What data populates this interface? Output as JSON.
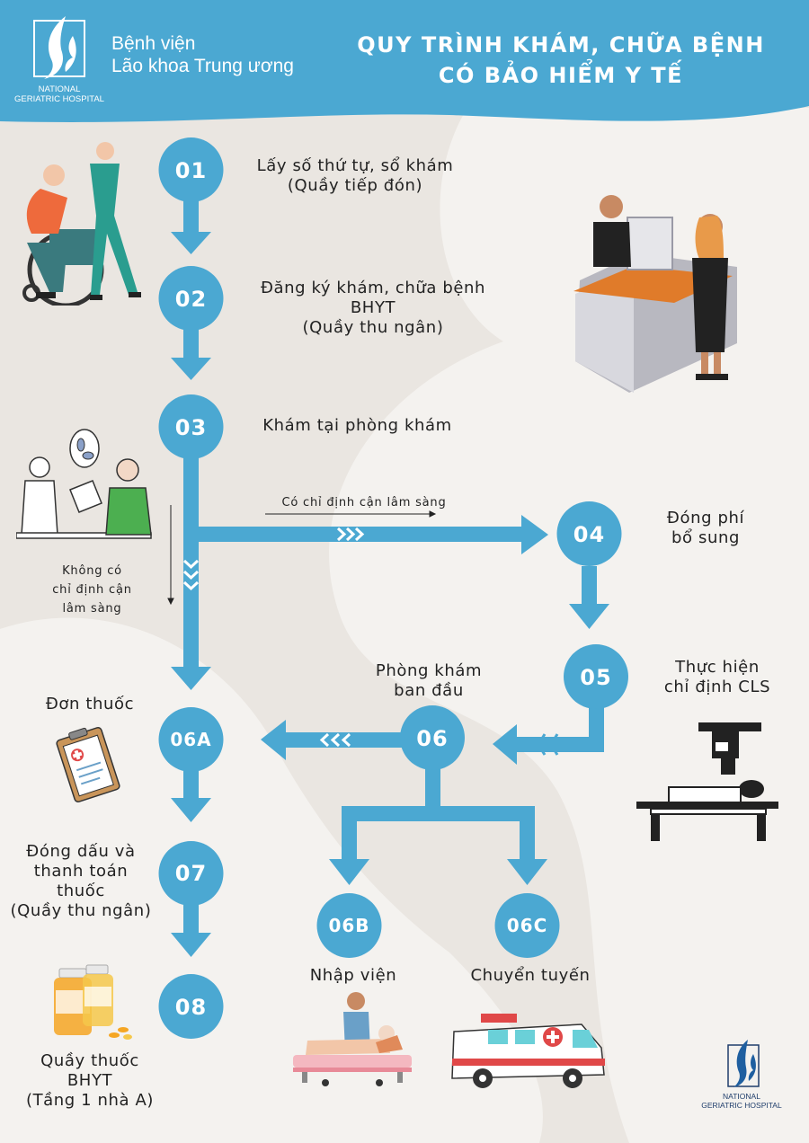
{
  "header": {
    "hospital_name_line1": "Bệnh viện",
    "hospital_name_line2": "Lão khoa Trung ương",
    "logo_caption_line1": "NATIONAL",
    "logo_caption_line2": "GERIATRIC HOSPITAL",
    "title_line1": "QUY TRÌNH KHÁM, CHỮA BỆNH",
    "title_line2": "CÓ BẢO HIỂM Y TẾ"
  },
  "steps": {
    "s01": {
      "label": "01",
      "text_line1": "Lấy số thứ tự, sổ khám",
      "text_line2": "(Quầy tiếp đón)"
    },
    "s02": {
      "label": "02",
      "text_line1": "Đăng ký khám, chữa bệnh",
      "text_line2": "BHYT",
      "text_line3": "(Quầy thu ngân)"
    },
    "s03": {
      "label": "03",
      "text_line1": "Khám tại phòng khám"
    },
    "s04": {
      "label": "04",
      "text_line1": "Đóng phí",
      "text_line2": "bổ sung"
    },
    "s05": {
      "label": "05",
      "text_line1": "Thực hiện",
      "text_line2": "chỉ định CLS"
    },
    "s06": {
      "label": "06",
      "text_line1": "Phòng khám",
      "text_line2": "ban đầu"
    },
    "s06a": {
      "label": "06A",
      "text_line1": "Đơn thuốc"
    },
    "s06b": {
      "label": "06B",
      "text_line1": "Nhập viện"
    },
    "s06c": {
      "label": "06C",
      "text_line1": "Chuyển tuyến"
    },
    "s07": {
      "label": "07",
      "text_line1": "Đóng dấu và",
      "text_line2": "thanh toán",
      "text_line3": "thuốc",
      "text_line4": "(Quầy thu ngân)"
    },
    "s08": {
      "label": "08",
      "text_line1": "Quầy thuốc",
      "text_line2": "BHYT",
      "text_line3": "(Tầng 1 nhà A)"
    }
  },
  "branches": {
    "with_cls": "Có chỉ định cận lâm sàng",
    "without_cls_line1": "Không có",
    "without_cls_line2": "chỉ định cận",
    "without_cls_line3": "lâm sàng"
  },
  "footer": {
    "logo_caption_line1": "NATIONAL",
    "logo_caption_line2": "GERIATRIC HOSPITAL"
  },
  "icons": [
    "hospital-logo-icon",
    "wheelchair-patient-nurse-illustration",
    "reception-desk-illustration",
    "doctor-consultation-illustration",
    "prescription-clipboard-icon",
    "xray-machine-illustration",
    "hospital-bed-illustration",
    "ambulance-illustration",
    "medicine-bottles-illustration"
  ],
  "colors": {
    "primary_blue": "#4ba8d2",
    "background": "#eae6e1",
    "background_light": "#f4f2ef",
    "text": "#222222",
    "white": "#ffffff"
  }
}
